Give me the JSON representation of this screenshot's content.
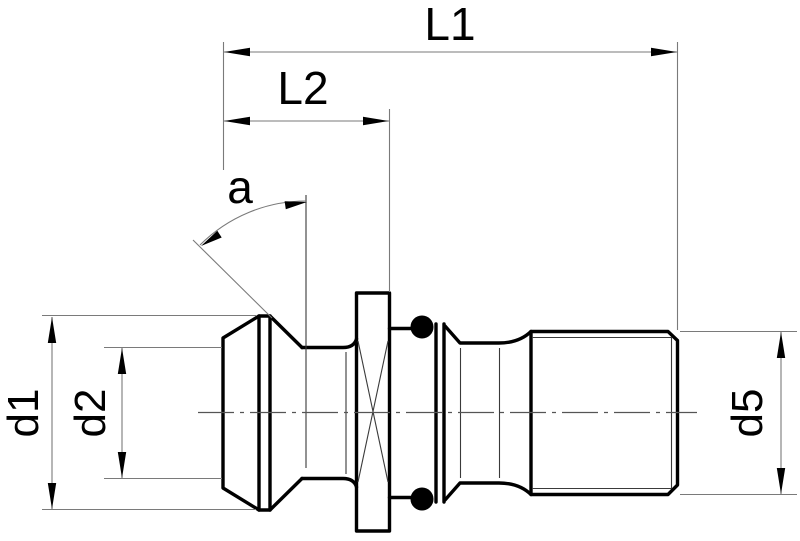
{
  "drawing": {
    "labels": {
      "l1": "L1",
      "l2": "L2",
      "angle": "a",
      "d1": "d1",
      "d2": "d2",
      "d5": "d5"
    },
    "colors": {
      "background": "#ffffff",
      "outline": "#000000",
      "dimension_line": "#7a7a7a",
      "centerline": "#555555",
      "label_text": "#000000"
    }
  }
}
